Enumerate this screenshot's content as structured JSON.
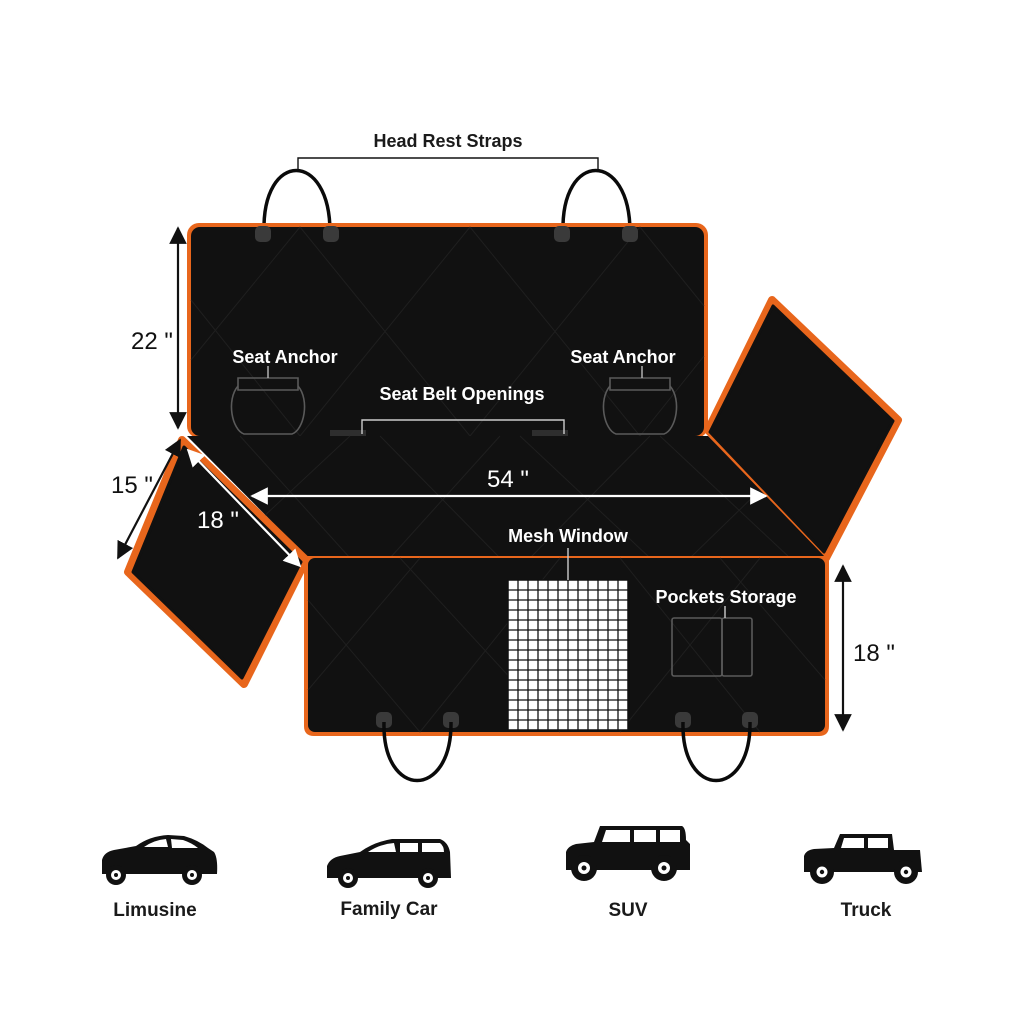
{
  "labels": {
    "head_rest_straps": "Head Rest Straps",
    "seat_anchor_left": "Seat Anchor",
    "seat_anchor_right": "Seat Anchor",
    "seat_belt_openings": "Seat Belt Openings",
    "mesh_window": "Mesh Window",
    "pockets_storage": "Pockets Storage"
  },
  "dimensions": {
    "back_height": "22 \"",
    "side_flap_height": "15 \"",
    "side_flap_width": "18 \"",
    "seat_width": "54 \"",
    "front_drop": "18 \""
  },
  "vehicles": [
    {
      "icon": "sedan-icon",
      "label": "Limusine"
    },
    {
      "icon": "hatchback-icon",
      "label": "Family Car"
    },
    {
      "icon": "suv-icon",
      "label": "SUV"
    },
    {
      "icon": "truck-icon",
      "label": "Truck"
    }
  ],
  "colors": {
    "cover": "#111111",
    "trim": "#e8661c",
    "strap": "#0a0a0a",
    "mesh": "#ffffff"
  }
}
